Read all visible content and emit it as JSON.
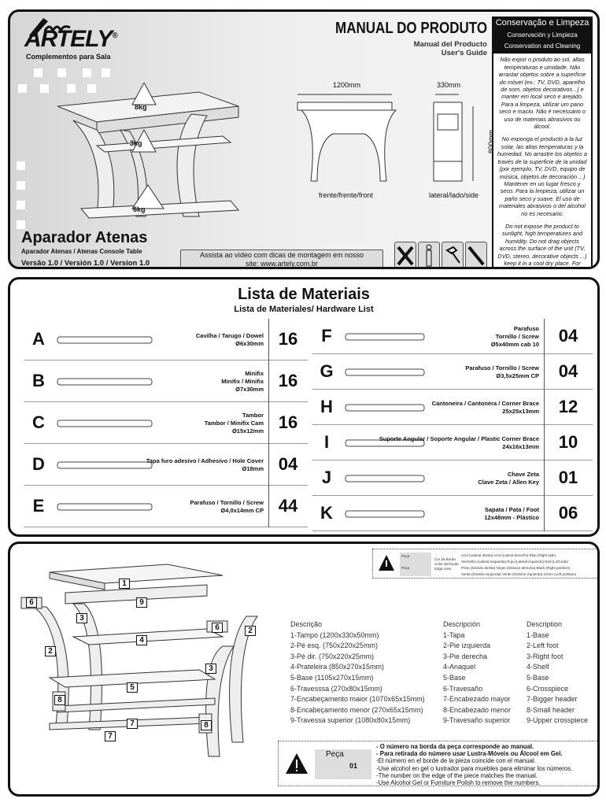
{
  "header": {
    "brand": "ARTELY",
    "brand_mark": "®",
    "brand_tagline": "Complementos para Sala",
    "title": "MANUAL DO PRODUTO",
    "subtitle_es": "Manual del Producto",
    "subtitle_en": "User's Guide"
  },
  "loads": [
    "8kg",
    "3kg",
    "6kg"
  ],
  "dimensions": {
    "width": "1200mm",
    "depth": "330mm",
    "height": "800mm",
    "front_label": "frente/frente/front",
    "side_label": "lateral/lado/side"
  },
  "product": {
    "name": "Aparador Atenas",
    "subtitle": "Aparador Atenas / Atenas Console Table",
    "version": "Versão 1.0 / Versión 1.0 / Version 1.0"
  },
  "video": {
    "text": "Assista ao vídeo com dicas de montagem em nosso",
    "site_label": "site:",
    "url": "www.artely.com.br"
  },
  "tools": [
    "no-power-drill-icon",
    "person-icon",
    "hammer-icon",
    "screwdriver-icon"
  ],
  "care": {
    "title": "Conservação e Limpeza",
    "title_es": "Conservación y Limpieza",
    "title_en": "Conservation and Cleaning",
    "pt": "Não expor o produto ao sol, altas temperaturas e umidade. Não arrastar objetos sobre a superfície do móvel (ex.: TV, DVD, aparelho de som, objetos decorativos...) e manter em local seco e arejado. Para a limpeza, utilizar um pano seco e macio. Não é necessário o uso de materiais abrasivos ou álcool.",
    "es": "No exponga el producto a la luz solar, las altas temperaturas y la humedad. No arrastre los objetos a través de la superficie de la unidad (por ejemplo, TV, DVD, equipo de música, objetos de decoración ...) Mantener en un lugar fresco y seco. Para la limpieza, utilizar un paño seco y suave. El uso de materiales abrasivos o del alcohol no es necesario.",
    "en": "Do not expose the product to sunlight, high temperatures and humidity. Do not drag objects across the surface of the unit (TV, DVD, stereo, decorative objects ...) keep it in a cool dry place. For cleaning, use a dry and soft cloth. Do not use abrasive materials or alcohol."
  },
  "hardware": {
    "title": "Lista de Materiais",
    "subtitle": "Lista de Materiales/ Hardware List",
    "left": [
      {
        "letter": "A",
        "desc": [
          "Cavilha / Tarugo / Dowel",
          "Ø6x30mm"
        ],
        "qty": "16"
      },
      {
        "letter": "B",
        "desc": [
          "Minifix",
          "Minifix / Minifix",
          "Ø7x30mm"
        ],
        "qty": "16"
      },
      {
        "letter": "C",
        "desc": [
          "Tambor",
          "Tambor / Minifix Cam",
          "Ø15x12mm"
        ],
        "qty": "16"
      },
      {
        "letter": "D",
        "desc": [
          "Tapa furo adesivo / Adhesivo / Hole Cover",
          "Ø18mm"
        ],
        "qty": "04"
      },
      {
        "letter": "E",
        "desc": [
          "Parafuso / Tornillo / Screw",
          "Ø4,0x14mm CP"
        ],
        "qty": "44"
      }
    ],
    "right": [
      {
        "letter": "F",
        "desc": [
          "Parafuso",
          "Tornillo / Screw",
          "Ø5x40mm cab 10"
        ],
        "qty": "04"
      },
      {
        "letter": "G",
        "desc": [
          "Parafuso / Tornillo / Screw",
          "Ø3,5x25mm CP"
        ],
        "qty": "04"
      },
      {
        "letter": "H",
        "desc": [
          "Cantoneira / Cantonera / Corner Brace",
          "25x25x13mm"
        ],
        "qty": "12"
      },
      {
        "letter": "I",
        "desc": [
          "Suporte Angular / Soporte Angular / Plastic Corner Brace",
          "24x16x13mm"
        ],
        "qty": "10"
      },
      {
        "letter": "J",
        "desc": [
          "Chave Zeta",
          "Clave Zeta / Allen Key"
        ],
        "qty": "01"
      },
      {
        "letter": "K",
        "desc": [
          "Sapata / Pata / Foot",
          "12x48mm - Plástico"
        ],
        "qty": "06"
      }
    ]
  },
  "edge_legend": {
    "piece": "Peça",
    "labels": [
      "Cor da Borda",
      "Color del borde",
      "Edge color"
    ],
    "rows": [
      "Azul (Lateral direita) Azul (Lateral derecho) Blue (Right side)",
      "Vermelho (Lateral esquerda) Rojo (Lateral izquierdo) Red (Left side)",
      "Preto (Divisão direita) Negro (División derecha) Black (Right partition)",
      "Verde (Divisão esquerda) Verde (División izquierda) Green (Left partition)"
    ]
  },
  "parts": {
    "headers": [
      "Descrição",
      "Descripción",
      "Description"
    ],
    "pt": [
      "1-Tampo (1200x330x50mm)",
      "2-Pé esq. (750x220x25mm)",
      "3-Pé dir. (750x220x25mm)",
      "4-Prateleira (850x270x15mm)",
      "5-Base (1105x270x15mm)",
      "6-Travesssa (270x80x15mm)",
      "7-Encabeçamento maior (1070x65x15mm)",
      "8-Encabeçamento menor (270x65x15mm)",
      "9-Travessa superior (1080x80x15mm)"
    ],
    "es": [
      "1-Tapa",
      "2-Pie izquierda",
      "3-Pie derecha",
      "4-Anaquel",
      "5-Base",
      "6-Travesaño",
      "7-Encabezado mayor",
      "8-Encabezado menor",
      "9-Travesaño superior"
    ],
    "en": [
      "1-Base",
      "2-Left foot",
      "3-Right foot",
      "4-Shelf",
      "5-Base",
      "6-Crosspiece",
      "7-Bigger header",
      "8-Small header",
      "9-Upper crosspiece"
    ]
  },
  "exploded_numbers": [
    "1",
    "9",
    "6",
    "3",
    "6",
    "2",
    "2",
    "4",
    "3",
    "5",
    "8",
    "7",
    "8",
    "7"
  ],
  "note": {
    "piece": "Peça",
    "number": "01",
    "lines_bold": [
      "- O número na borda da peça corresponde ao manual.",
      "- Para retirada do número usar Lustra-Móveis ou Álcool em Gel."
    ],
    "lines": [
      "-El número en el borde de la pieza coincide con el manual.",
      "-Use alcohol en gel o lustrador para muebles para eliminar los números.",
      "-The number on the edge of the piece matches the manual.",
      "-Use Alcohol Gel or Furniture Polish to remove the numbers."
    ]
  }
}
